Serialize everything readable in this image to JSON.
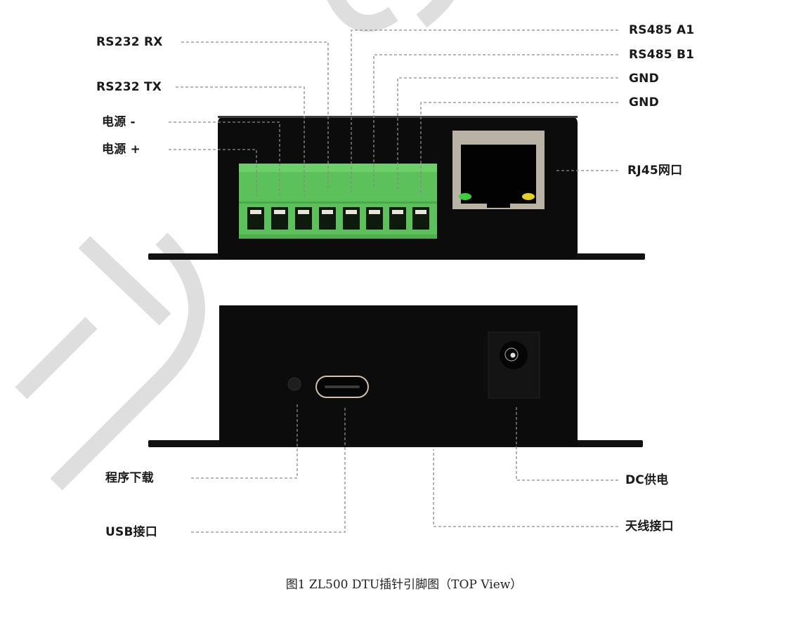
{
  "figure": {
    "caption": "图1  ZL500 DTU插针引脚图（TOP View）",
    "watermark_text": "DT"
  },
  "top_view": {
    "left_labels": [
      {
        "id": "rs232_rx",
        "label": "RS232 RX"
      },
      {
        "id": "rs232_tx",
        "label": "RS232 TX"
      },
      {
        "id": "power_neg",
        "label": "电源 -"
      },
      {
        "id": "power_pos",
        "label": "电源 +"
      }
    ],
    "right_labels": [
      {
        "id": "rs485_a1",
        "label": "RS485 A1"
      },
      {
        "id": "rs485_b1",
        "label": "RS485 B1"
      },
      {
        "id": "gnd_1",
        "label": "GND"
      },
      {
        "id": "gnd_2",
        "label": "GND"
      },
      {
        "id": "rj45",
        "label": "RJ45网口"
      }
    ],
    "terminal_pins": [
      "电源 +",
      "电源 -",
      "RS232 TX",
      "RS232 RX",
      "RS485 A1",
      "RS485 B1",
      "GND",
      "GND"
    ],
    "colors": {
      "terminal_block": "#5cc15a",
      "body": "#0b0b0b",
      "led_left": "#3ccf3c",
      "led_right": "#e6d21e"
    }
  },
  "bottom_view": {
    "left_labels": [
      {
        "id": "program_download",
        "label": "程序下载"
      },
      {
        "id": "usb_port",
        "label": "USB接口"
      }
    ],
    "right_labels": [
      {
        "id": "dc_power",
        "label": "DC供电"
      },
      {
        "id": "antenna",
        "label": "天线接口"
      }
    ]
  }
}
